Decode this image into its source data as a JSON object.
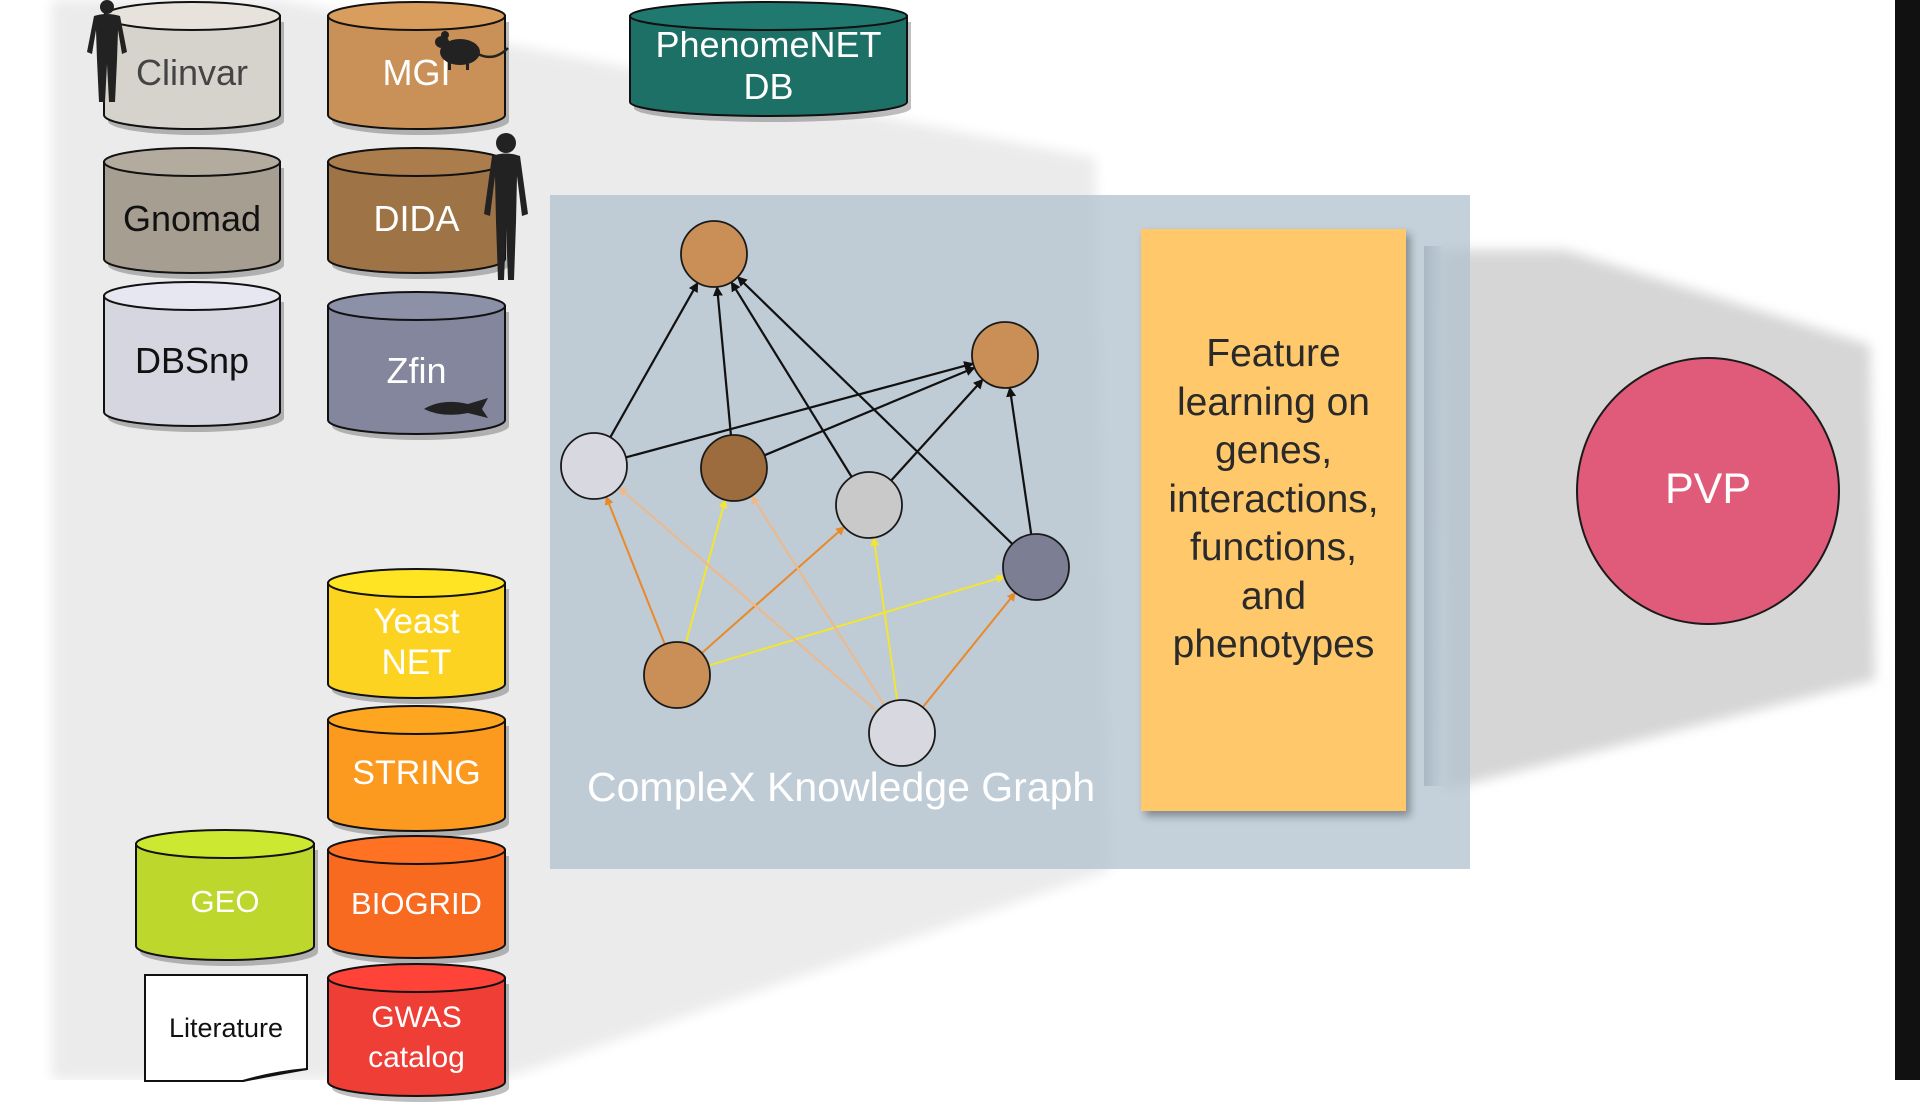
{
  "databases": [
    {
      "id": "clinvar",
      "label": "Clinvar",
      "color": "#d6d2cc",
      "text_color": "#444444"
    },
    {
      "id": "gnomad",
      "label": "Gnomad",
      "color": "#a69e91",
      "text_color": "#111111"
    },
    {
      "id": "dbsnp",
      "label": "DBSnp",
      "color": "#d5d6df",
      "text_color": "#111111"
    },
    {
      "id": "mgi",
      "label": "MGI",
      "color": "#c99157",
      "text_color": "#ffffff"
    },
    {
      "id": "dida",
      "label": "DIDA",
      "color": "#9e7446",
      "text_color": "#ffffff"
    },
    {
      "id": "zfin",
      "label": "Zfin",
      "color": "#83869c",
      "text_color": "#ffffff"
    },
    {
      "id": "phenomenet",
      "label": "PhenomeNET\nDB",
      "color": "#1d7066",
      "text_color": "#ffffff"
    },
    {
      "id": "yeastnet",
      "label": "Yeast\nNET",
      "color": "#fbd320",
      "text_color": "#ffffff"
    },
    {
      "id": "string",
      "label": "STRING",
      "color": "#fb9a1f",
      "text_color": "#ffffff"
    },
    {
      "id": "biogrid",
      "label": "BIOGRID",
      "color": "#f86a20",
      "text_color": "#ffffff"
    },
    {
      "id": "gwas",
      "label": "GWAS\ncatalog",
      "color": "#ef3e35",
      "text_color": "#ffffff"
    },
    {
      "id": "geo",
      "label": "GEO",
      "color": "#bed72c",
      "text_color": "#ffffff"
    }
  ],
  "literature": {
    "label": "Literature"
  },
  "knowledge_graph": {
    "title": "CompleX Knowledge Graph"
  },
  "feature_learning": {
    "text": "Feature\nlearning on\ngenes,\ninteractions,\nfunctions,\nand\nphenotypes"
  },
  "output": {
    "label": "PVP"
  },
  "graph_colors": {
    "node_orange": "#c98f57",
    "node_brown": "#9c6b3e",
    "node_light": "#d8d9e0",
    "node_grey": "#c9c9c9",
    "node_slate": "#7c7e93",
    "edge_black": "#111111",
    "edge_orange": "#e8892a",
    "edge_peach": "#eeb98a",
    "edge_yellow": "#f4e531"
  }
}
